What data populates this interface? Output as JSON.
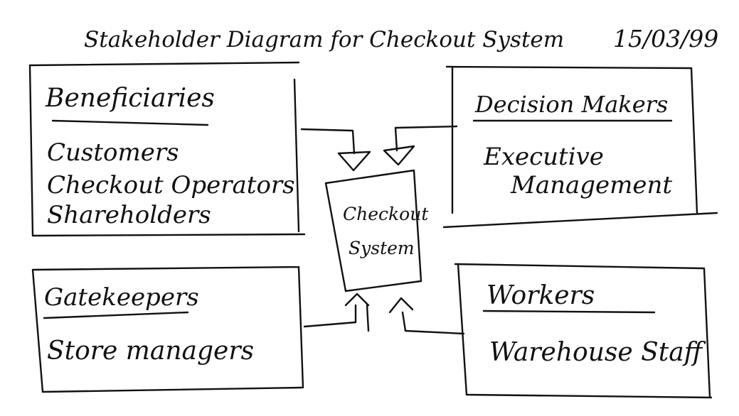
{
  "header": {
    "title": "Stakeholder Diagram for Checkout System",
    "date": "15/03/99"
  },
  "center": {
    "line1": "Checkout",
    "line2": "System"
  },
  "beneficiaries": {
    "heading": "Beneficiaries",
    "items": [
      "Customers",
      "Checkout Operators",
      "Shareholders"
    ]
  },
  "decision_makers": {
    "heading": "Decision Makers",
    "items": [
      "Executive",
      "Management"
    ]
  },
  "gatekeepers": {
    "heading": "Gatekeepers",
    "items": [
      "Store managers"
    ]
  },
  "workers": {
    "heading": "Workers",
    "items": [
      "Warehouse Staff"
    ]
  },
  "colors": {
    "ink": "#111111",
    "paper": "#ffffff"
  }
}
